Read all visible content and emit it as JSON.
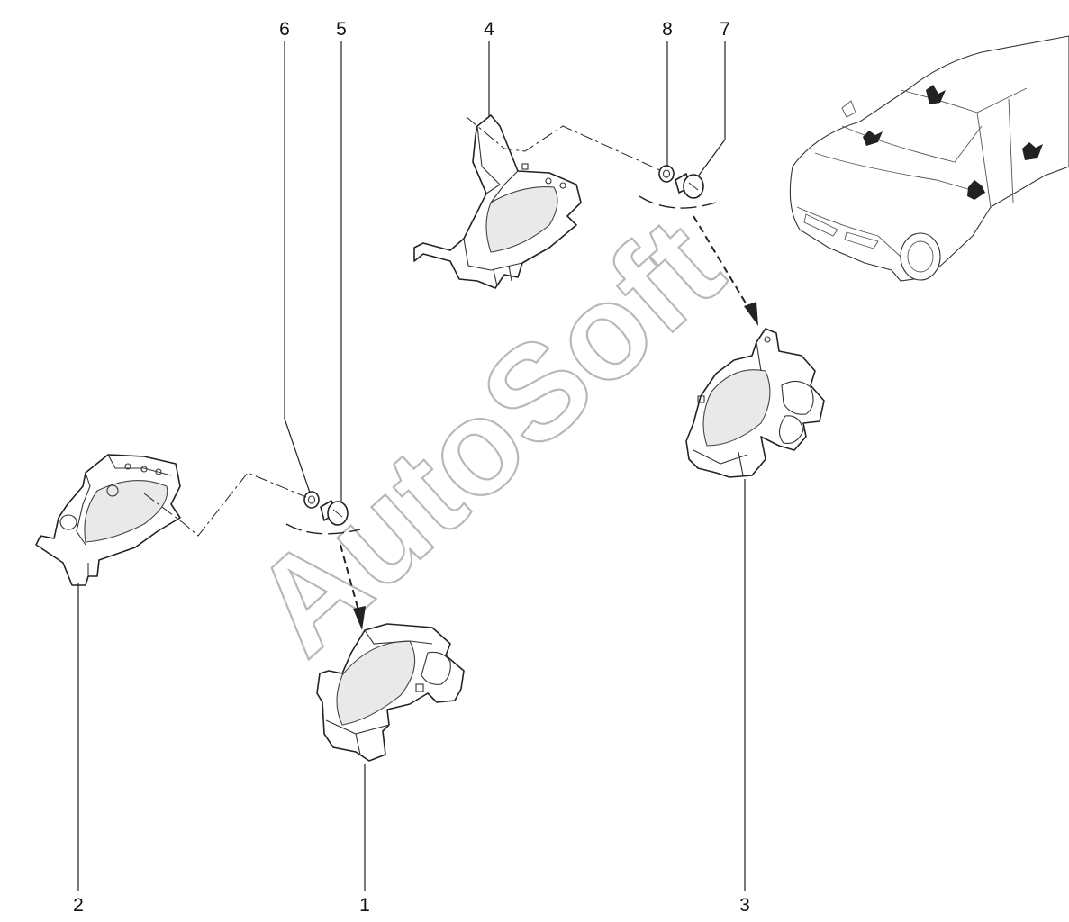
{
  "watermark": "AutoSoft",
  "callouts": {
    "c1": "1",
    "c2": "2",
    "c3": "3",
    "c4": "4",
    "c5": "5",
    "c6": "6",
    "c7": "7",
    "c8": "8"
  },
  "colors": {
    "line": "#222222",
    "watermark_outline": "#b8b8b8",
    "background": "#ffffff"
  }
}
